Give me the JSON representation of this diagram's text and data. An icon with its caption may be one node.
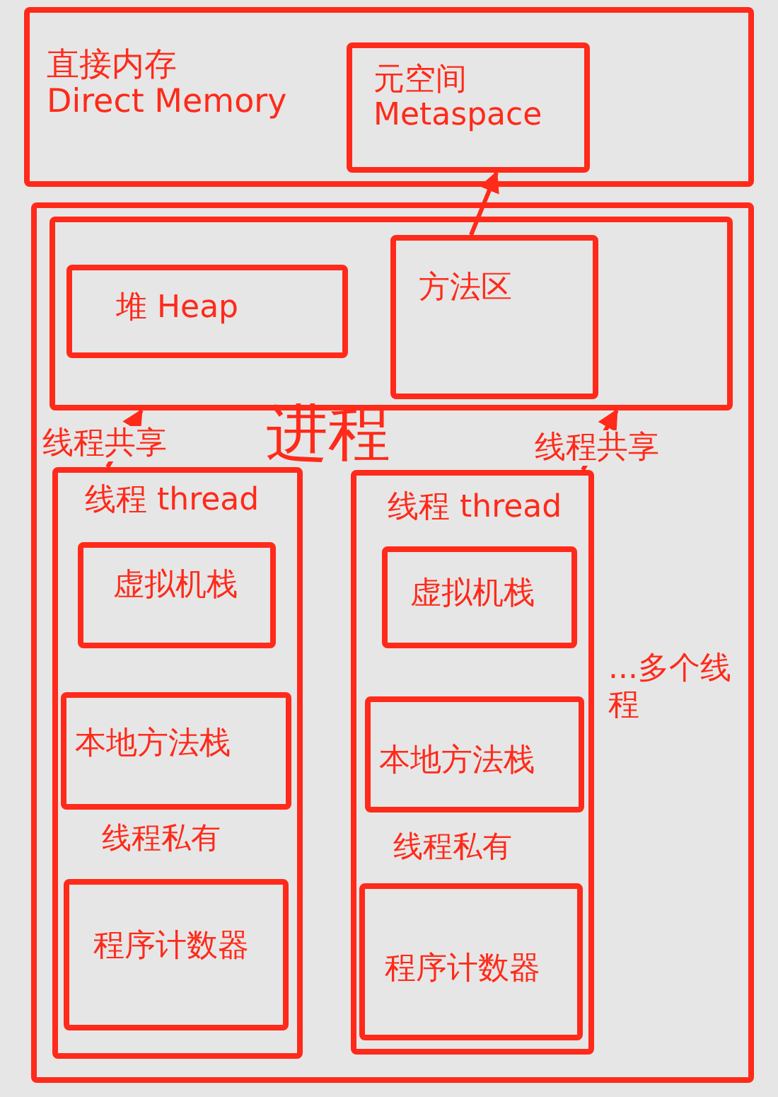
{
  "diagram": {
    "nodes": [
      {
        "text": [
          "直接内存 Direct Memory"
        ]
      },
      {
        "text": [
          "元空间 Metaspace"
        ],
        "in": 0
      },
      {
        "text": [
          "进程"
        ]
      },
      {
        "text": [],
        "shape": "box",
        "in": 2
      },
      {
        "text": [
          "堆 Heap"
        ],
        "in": 3
      },
      {
        "text": [
          "方法区"
        ],
        "in": 3
      },
      {
        "text": [
          "线程 thread",
          "线程私有"
        ],
        "in": 2
      },
      {
        "text": [
          "虚拟机栈"
        ],
        "in": 6
      },
      {
        "text": [
          "本地方法栈"
        ],
        "in": 6
      },
      {
        "text": [
          "程序计数器"
        ],
        "in": 6
      },
      {
        "text": [
          "线程 thread",
          "线程私有"
        ],
        "in": 2
      },
      {
        "text": [
          "虚拟机栈"
        ],
        "in": 10
      },
      {
        "text": [
          "本地方法栈"
        ],
        "in": 10
      },
      {
        "text": [
          "程序计数器"
        ],
        "in": 10
      }
    ],
    "edges": [
      {
        "from": 5,
        "to": 1,
        "arrow": "to"
      },
      {
        "from": 6,
        "to": 3,
        "arrow": "to",
        "label": "线程共享"
      },
      {
        "from": 10,
        "to": 3,
        "arrow": "to",
        "label": "线程共享"
      }
    ],
    "labels": [
      "...多个线程"
    ]
  }
}
